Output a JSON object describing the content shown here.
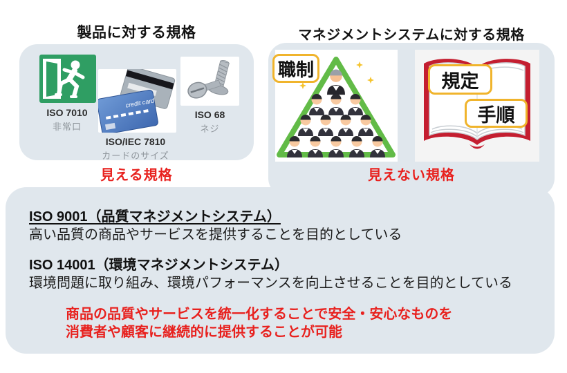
{
  "colors": {
    "panel_bg": "#e0e7ed",
    "accent_red": "#e8211e",
    "tag_border": "#f0b42c",
    "exit_sign_green": "#2f9e63",
    "book_cover_red": "#c41e30",
    "pyramid_green": "#62bb47"
  },
  "product_section": {
    "heading": "製品に対する規格",
    "caption": "見える規格",
    "items": [
      {
        "icon": "emergency-exit-sign",
        "code": "ISO 7010",
        "label": "非常口"
      },
      {
        "icon": "credit-cards",
        "code": "ISO/IEC 7810",
        "label": "カードのサイズ",
        "card_text": "credit card"
      },
      {
        "icon": "screws",
        "code": "ISO 68",
        "label": "ネジ"
      }
    ]
  },
  "management_section": {
    "heading": "マネジメントシステムに対する規格",
    "caption": "見えない規格",
    "org_chart_label": "職制",
    "book_labels": {
      "first": "規定",
      "second": "手順"
    }
  },
  "description_section": {
    "standards": [
      {
        "title": "ISO 9001（品質マネジメントシステム）",
        "description": "高い品質の商品やサービスを提供することを目的としている"
      },
      {
        "title": "ISO 14001（環境マネジメントシステム）",
        "description": "環境問題に取り組み、環境パフォーマンスを向上させることを目的としている"
      }
    ],
    "highlight": {
      "line1": "商品の品質やサービスを統一化することで安全・安心なものを",
      "line2": "消費者や顧客に継続的に提供することが可能"
    }
  }
}
